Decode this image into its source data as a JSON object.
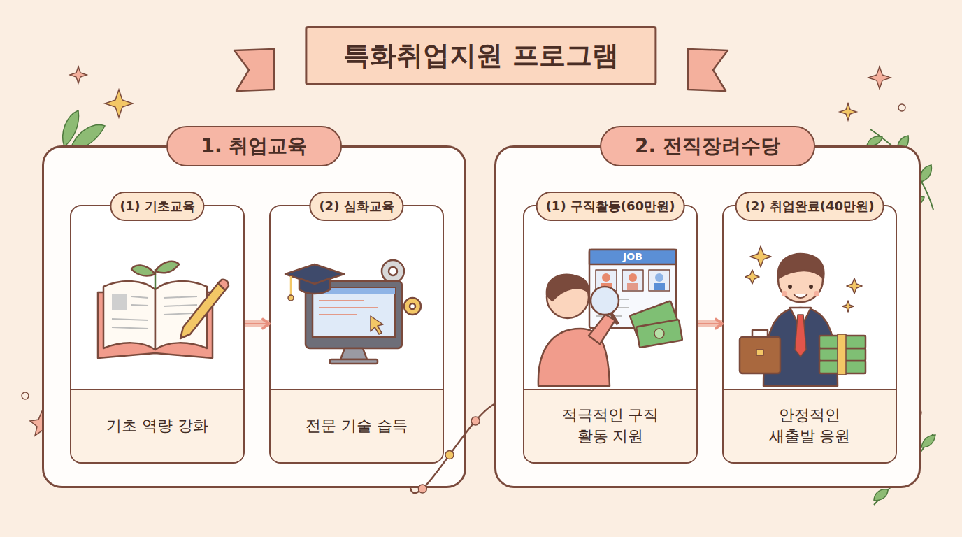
{
  "diagram": {
    "title": "특화취업지원 프로그램",
    "nodes": [
      {
        "text": [
          "1. 취업교육"
        ]
      },
      {
        "text": [
          "(1) 기초교육",
          "기초 역량 강화"
        ],
        "in": 0
      },
      {
        "text": [
          "(2) 심화교육",
          "전문 기술 습득"
        ],
        "in": 0
      },
      {
        "text": [
          "2. 전직장려수당"
        ]
      },
      {
        "text": [
          "(1) 구직활동(60만원)",
          "적극적인 구직 활동 지원"
        ],
        "in": 3
      },
      {
        "text": [
          "(2) 취업완료(40만원)",
          "안정적인 새출발 응원"
        ],
        "in": 3
      }
    ],
    "edges": [
      {
        "from": 1,
        "to": 2,
        "arrow": "to"
      },
      {
        "from": 4,
        "to": 5,
        "arrow": "to"
      },
      {
        "from": 0,
        "to": 3,
        "arrow": "none"
      }
    ],
    "labels": [
      "JOB"
    ]
  }
}
